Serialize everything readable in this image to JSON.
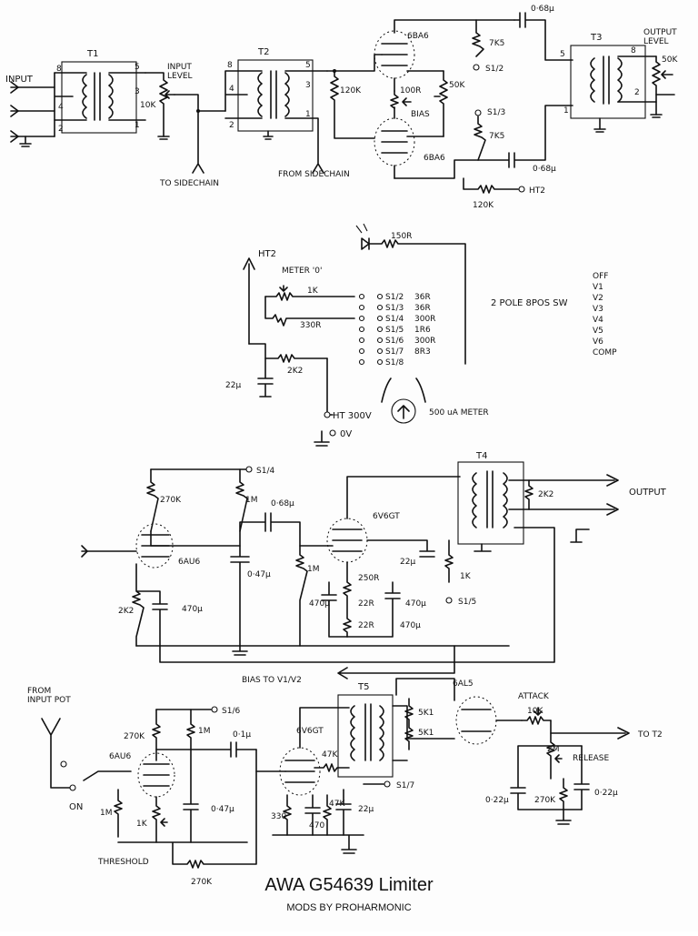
{
  "title": "AWA G54639 Limiter",
  "subtitle": "MODS BY PROHARMONIC",
  "section1": {
    "t1": "T1",
    "t2": "T2",
    "t3": "T3",
    "input": "INPUT",
    "input_level": "INPUT\nLEVEL",
    "output_level": "OUTPUT\nLEVEL",
    "to_sidechain": "TO SIDECHAIN",
    "from_sidechain": "FROM SIDECHAIN",
    "tube_top": "6BA6",
    "tube_bot": "6BA6",
    "bias": "BIAS",
    "r100": "100R",
    "r7k5a": "7K5",
    "r7k5b": "7K5",
    "r120k": "120K",
    "r120kb": "120K",
    "r10k": "10K",
    "r50k": "50K",
    "r50k_out": "50K",
    "c068a": "0·68µ",
    "c068b": "0·68µ",
    "s12": "S1/2",
    "s13": "S1/3",
    "ht2": "HT2",
    "pin8a": "8",
    "pin4a": "4",
    "pin2a": "2",
    "pin5a": "5",
    "pin3a": "3",
    "pin1a": "1",
    "pin8b": "8",
    "pin4b": "4",
    "pin2b": "2",
    "pin5b": "5",
    "pin3b": "3",
    "pin1b": "1",
    "pin5c": "5",
    "pin1c": "1",
    "pin8c": "8",
    "pin2c": "2"
  },
  "section2": {
    "ht2": "HT2",
    "r150": "150R",
    "meter_zero": "METER '0'",
    "r1k": "1K",
    "r330": "330R",
    "r2k2": "2K2",
    "c22": "22µ",
    "ht300": "HT 300V",
    "ov": "0V",
    "meter": "500 uA METER",
    "switch_desc": "2 POLE 8POS SW",
    "taps": [
      {
        "label": "S1/2",
        "value": "36R"
      },
      {
        "label": "S1/3",
        "value": "36R"
      },
      {
        "label": "S1/4",
        "value": "300R"
      },
      {
        "label": "S1/5",
        "value": "1R6"
      },
      {
        "label": "S1/6",
        "value": "300R"
      },
      {
        "label": "S1/7",
        "value": "8R3"
      },
      {
        "label": "S1/8",
        "value": ""
      }
    ],
    "positions": [
      "OFF",
      "V1",
      "V2",
      "V3",
      "V4",
      "V5",
      "V6",
      "COMP"
    ]
  },
  "section3": {
    "s14": "S1/4",
    "t4": "T4",
    "output": "OUTPUT",
    "r270k": "270K",
    "r1m": "1M",
    "c068": "0·68µ",
    "tube1": "6AU6",
    "tube2": "6V6GT",
    "c047": "0·47µ",
    "r1m2": "1M",
    "r2k2": "2K2",
    "c470": "470µ",
    "r250": "250R",
    "c22": "22µ",
    "r1k": "1K",
    "r2k2b": "2K2",
    "c470b": "470µ",
    "r22a": "22R",
    "r22b": "22R",
    "c470c": "470µ",
    "c470d": "470µ",
    "s15": "S1/5",
    "bias_out": "BIAS TO V1/V2"
  },
  "section4": {
    "from_input": "FROM\nINPUT POT",
    "on": "ON",
    "s16": "S1/6",
    "r270k": "270K",
    "r1m": "1M",
    "c01": "0·1µ",
    "tube1": "6AU6",
    "tube2": "6V6GT",
    "r47k": "47K",
    "t5": "T5",
    "tube3": "6AL5",
    "attack": "ATTACK",
    "r10k": "10K",
    "to_t2": "TO T2",
    "r5k1a": "5K1",
    "r5k1b": "5K1",
    "r2m": "2M",
    "release": "RELEASE",
    "c022a": "0·22µ",
    "c022b": "0·22µ",
    "r270kb": "270K",
    "r1m2": "1M",
    "r1k": "1K",
    "c047": "0·47µ",
    "r330": "330",
    "c470": "470",
    "r47k2": "47K",
    "c22": "22µ",
    "s17": "S1/7",
    "threshold": "THRESHOLD",
    "r270kc": "270K"
  }
}
